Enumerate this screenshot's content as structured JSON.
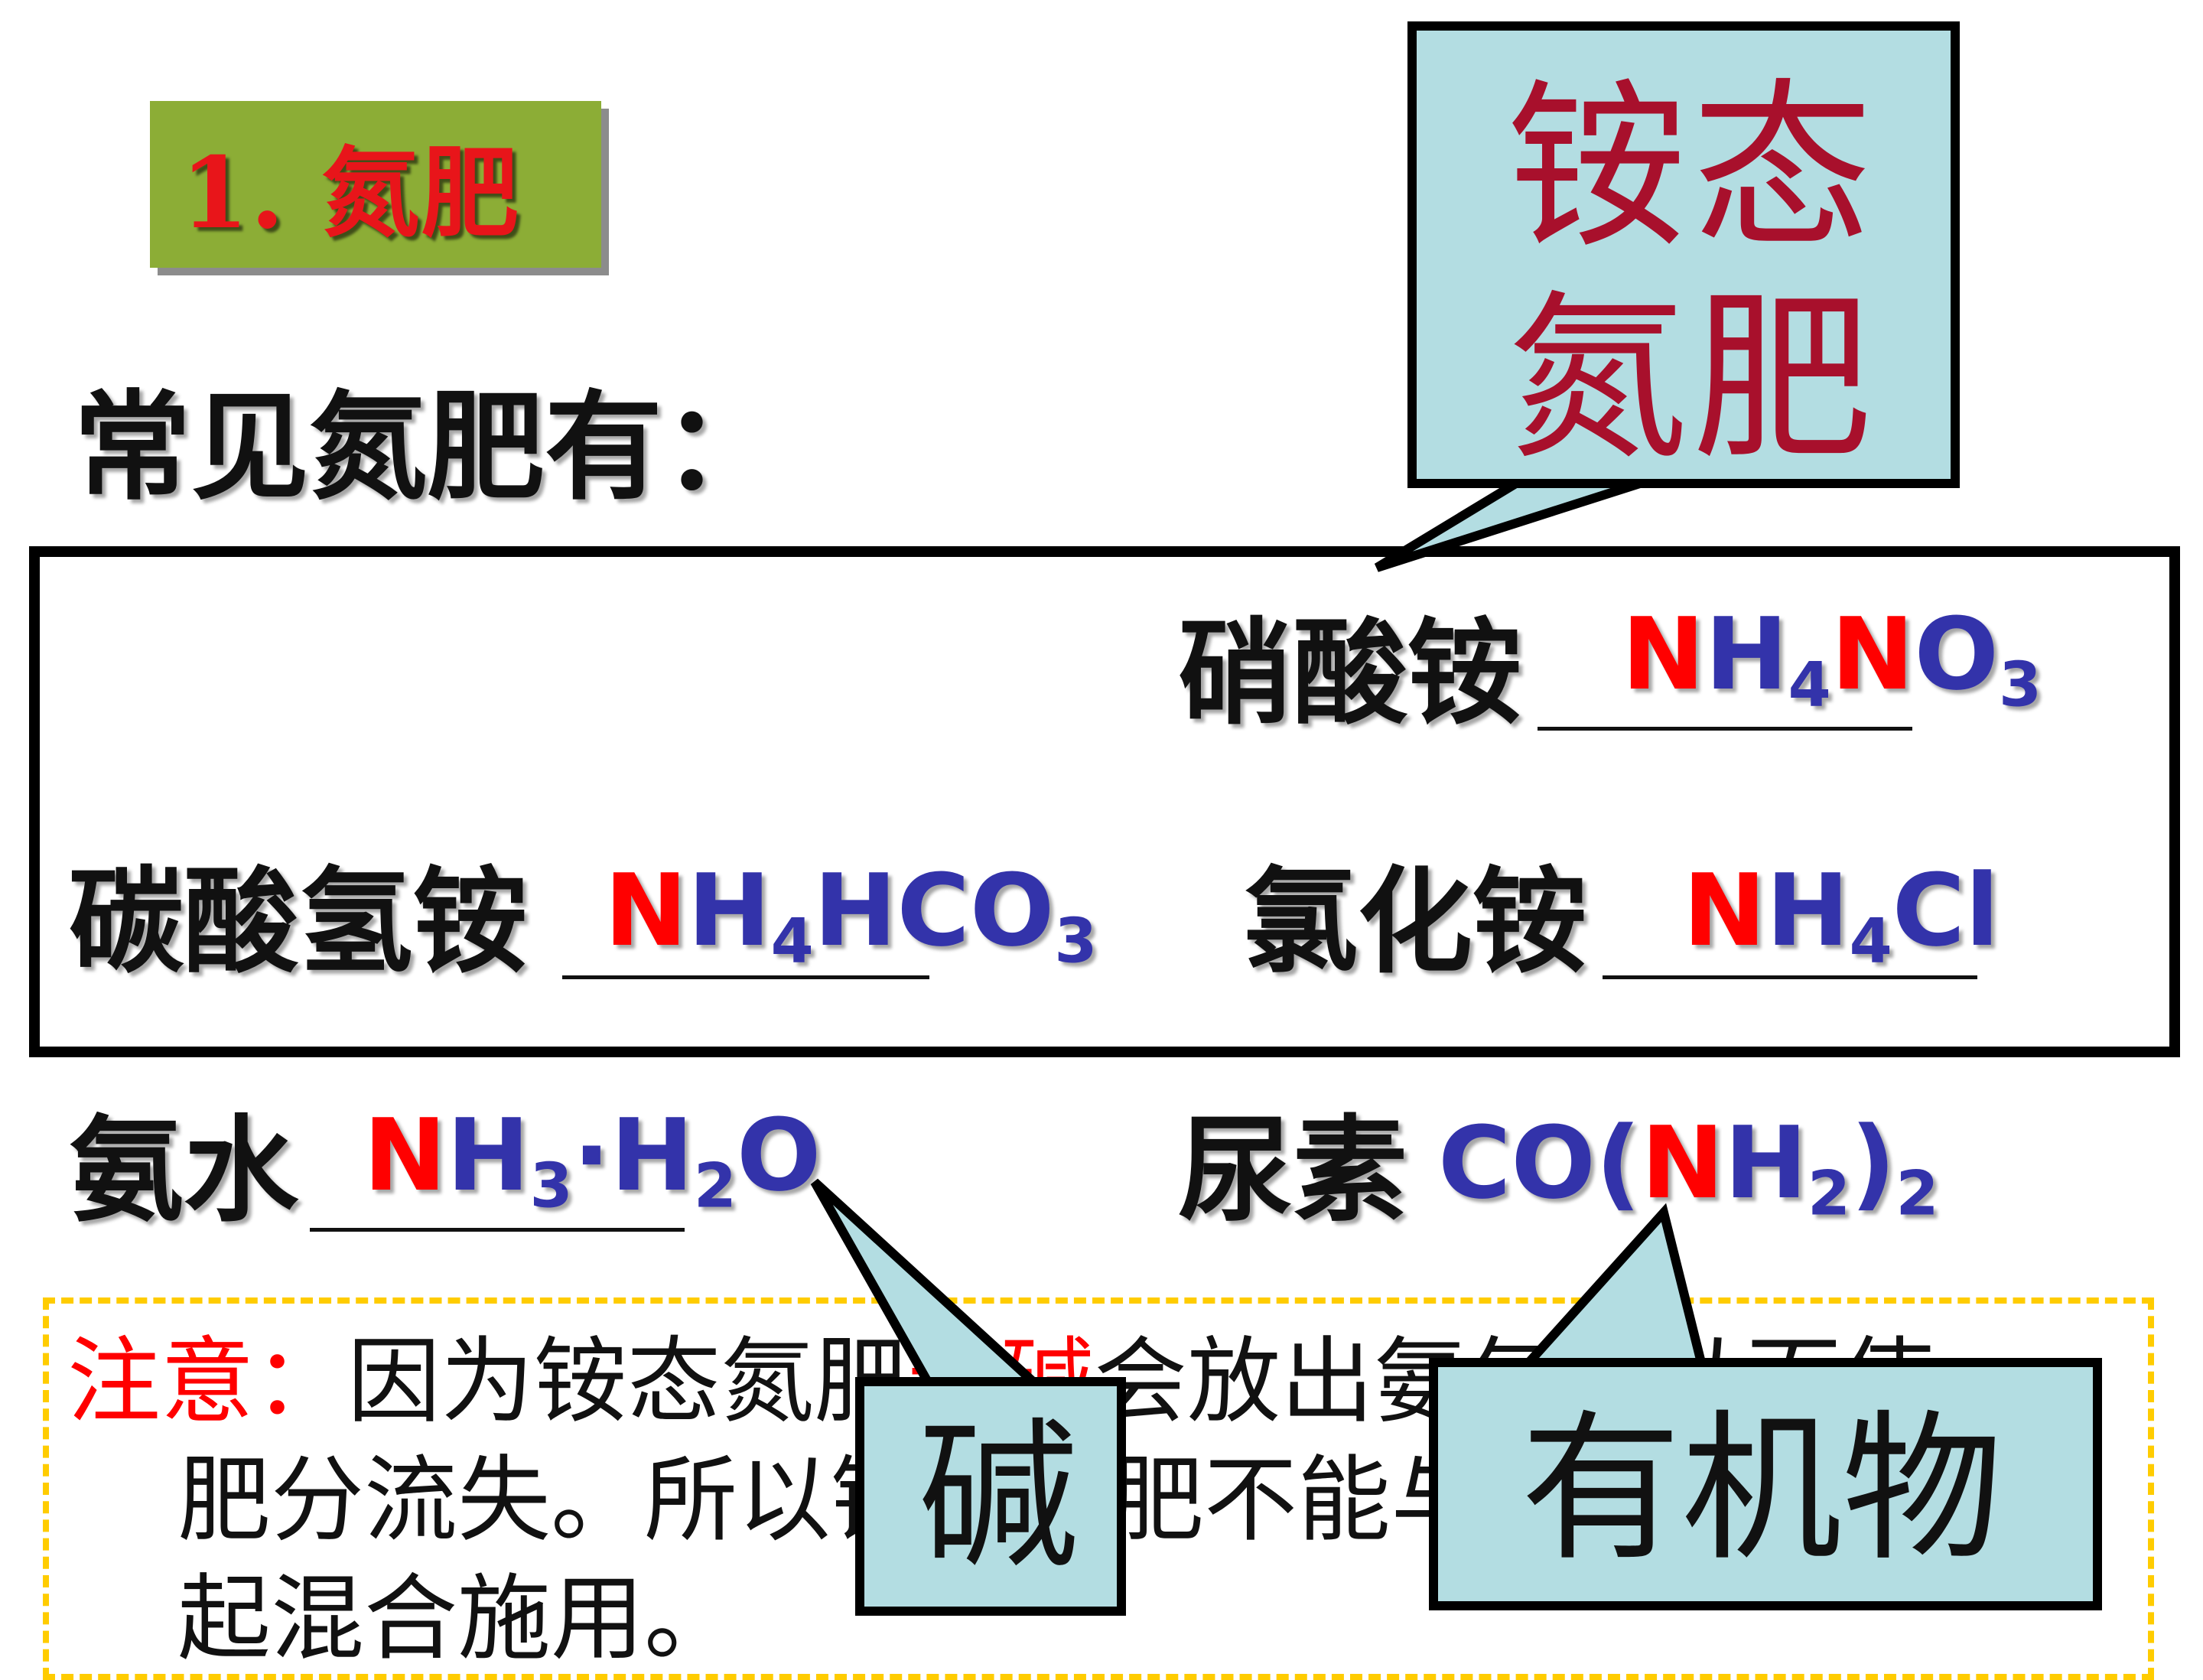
{
  "title": {
    "text": "1. 氮肥"
  },
  "common_label": "常见氮肥有：",
  "callouts": {
    "ammonium": {
      "line1": "铵态",
      "line2": "氮肥"
    },
    "base": {
      "text": "碱"
    },
    "organic": {
      "text": "有机物"
    }
  },
  "fertilizers": {
    "ammonium_nitrate": {
      "label": "硝酸铵"
    },
    "ammonium_bicarbonate": {
      "label": "碳酸氢铵"
    },
    "ammonium_chloride": {
      "label": "氯化铵"
    },
    "ammonia_water": {
      "label": "氨水"
    },
    "urea": {
      "label": "尿素"
    }
  },
  "formula_parts": {
    "NH": "NH",
    "N": "N",
    "H": "H",
    "O": "O",
    "O3": "O",
    "HCO": "HCO",
    "Cl": "Cl",
    "sub2": "2",
    "sub3": "3",
    "sub4": "4",
    "dot": "·",
    "CO_open": "CO(",
    "close": ")"
  },
  "note": {
    "label": "注意：",
    "line1_a": "因为铵态氮肥",
    "line1_red": "遇碱",
    "line1_b": "会放出氨气，从而使",
    "line2": "肥分流失。所以铵态氮肥不能与碱性物质一",
    "line3": "起混合施用。"
  },
  "colors": {
    "element_red": "#ff0000",
    "element_blue": "#3333aa",
    "callout_fill": "#b3dde2",
    "title_fill": "#8cad36",
    "dash": "#ffcc00"
  }
}
